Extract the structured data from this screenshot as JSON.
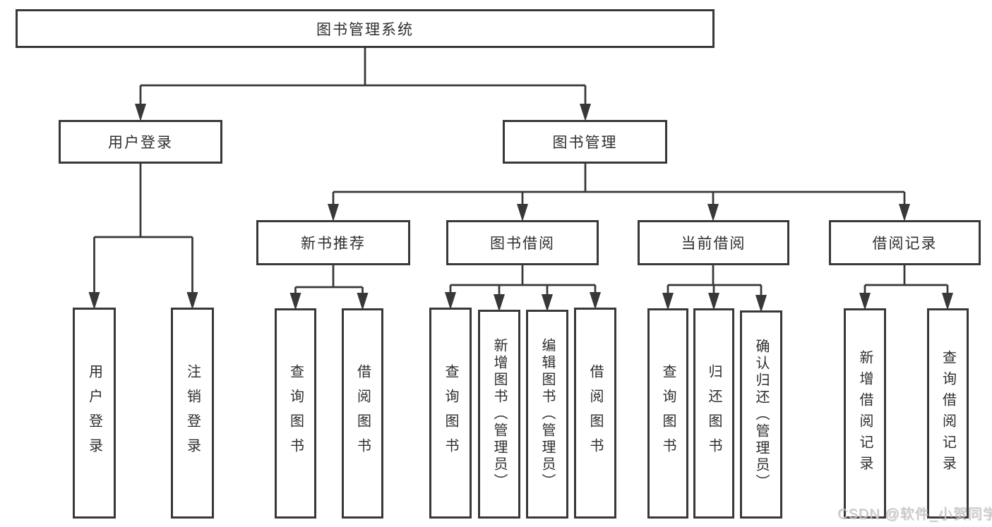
{
  "tree": {
    "root": "图书管理系统",
    "children": [
      {
        "label": "用户登录",
        "children": [
          "用户登录",
          "注销登录"
        ]
      },
      {
        "label": "图书管理",
        "children": [
          {
            "label": "新书推荐",
            "children": [
              "查询图书",
              "借阅图书"
            ]
          },
          {
            "label": "图书借阅",
            "children": [
              "查询图书",
              "新增图书（管理员）",
              "编辑图书（管理员）",
              "借阅图书"
            ]
          },
          {
            "label": "当前借阅",
            "children": [
              "查询图书",
              "归还图书",
              "确认归还（管理员）"
            ]
          },
          {
            "label": "借阅记录",
            "children": [
              "新增借阅记录",
              "查询借阅记录"
            ]
          }
        ]
      }
    ]
  },
  "watermark": {
    "text": "CSDN @软件_小贺同学"
  },
  "colors": {
    "line": "#383838",
    "text": "#2e2e2e",
    "background": "#ffffff",
    "watermark": "#cbcbcb"
  }
}
